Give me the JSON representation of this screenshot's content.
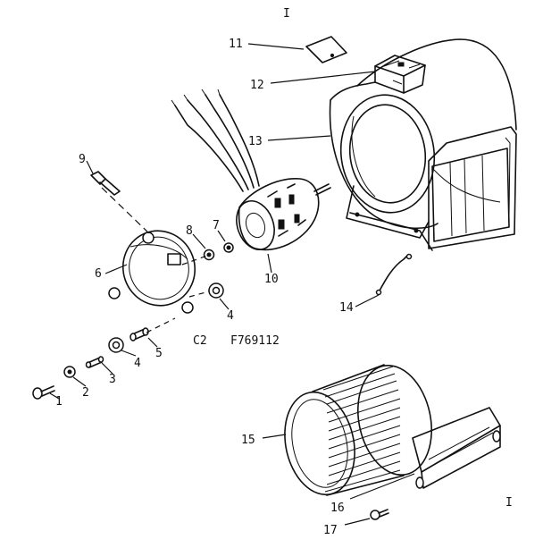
{
  "diagram": {
    "page_mark_top": "I",
    "page_mark_bottom": "I",
    "code_label": "C2",
    "part_number": "F769112",
    "callouts": {
      "c1": "1",
      "c2": "2",
      "c3": "3",
      "c4a": "4",
      "c4b": "4",
      "c5": "5",
      "c6": "6",
      "c7": "7",
      "c8": "8",
      "c9": "9",
      "c10": "10",
      "c11": "11",
      "c12": "12",
      "c13": "13",
      "c14": "14",
      "c15": "15",
      "c16": "16",
      "c17": "17"
    }
  }
}
